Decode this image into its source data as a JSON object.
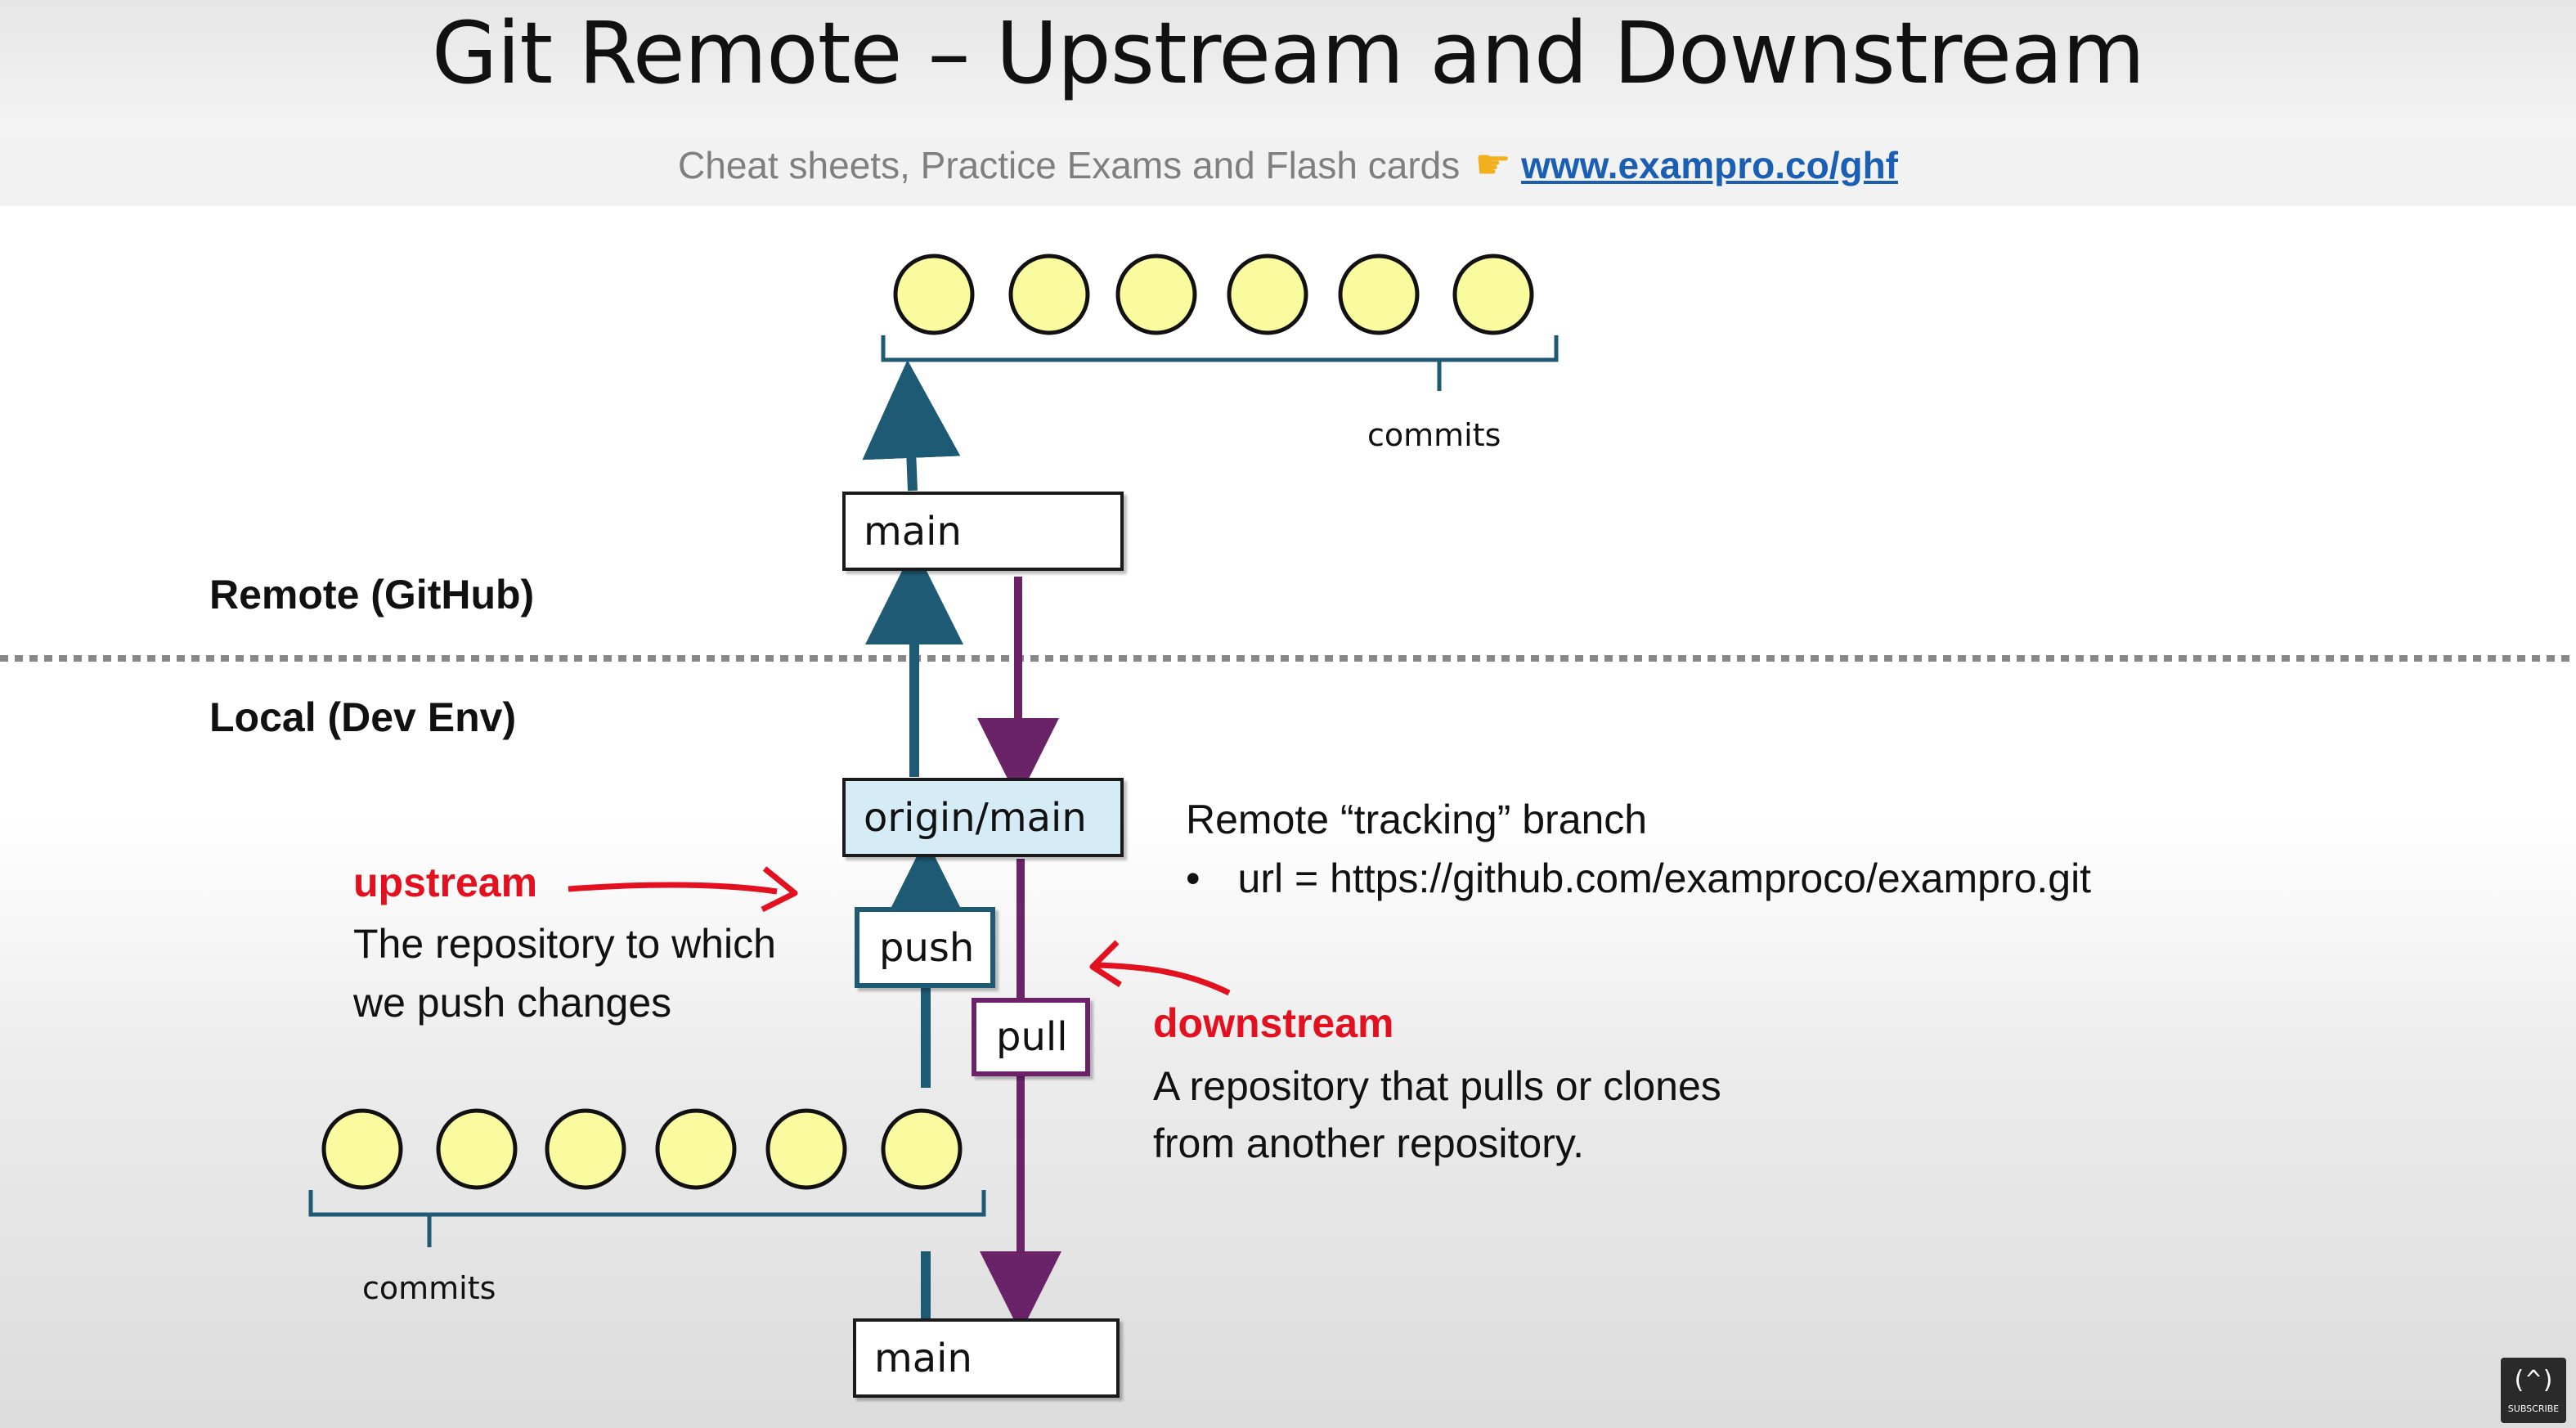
{
  "header": {
    "title": "Git Remote – Upstream and Downstream",
    "subtitle": "Cheat sheets, Practice Exams and Flash cards",
    "pointer_icon": "pointing-hand-icon",
    "link": "www.exampro.co/ghf"
  },
  "remote": {
    "section_label": "Remote (GitHub)",
    "branch_label": "main",
    "commits_label": "commits",
    "commit_count": 6
  },
  "local": {
    "section_label": "Local (Dev Env)",
    "tracking_branch_label": "origin/main",
    "branch_label": "main",
    "commits_label": "commits",
    "commit_count": 6
  },
  "actions": {
    "push_label": "push",
    "pull_label": "pull"
  },
  "tracking_note": {
    "heading": "Remote “tracking” branch",
    "bullet": "•",
    "url": "url = https://github.com/examproco/exampro.git"
  },
  "upstream": {
    "term": "upstream",
    "line1": "The repository to which",
    "line2": "we push changes"
  },
  "downstream": {
    "term": "downstream",
    "line1": "A repository that pulls or clones",
    "line2": "from another repository."
  },
  "colors": {
    "commit_fill": "#fafa9e",
    "push_arrow": "#1e5a74",
    "pull_arrow": "#6b2368",
    "tracking_fill": "#d5ecf7",
    "red_label": "#e3101f",
    "link": "#1a5fb4"
  },
  "corner_logo": {
    "glyph": "(^)",
    "label": "SUBSCRIBE"
  }
}
